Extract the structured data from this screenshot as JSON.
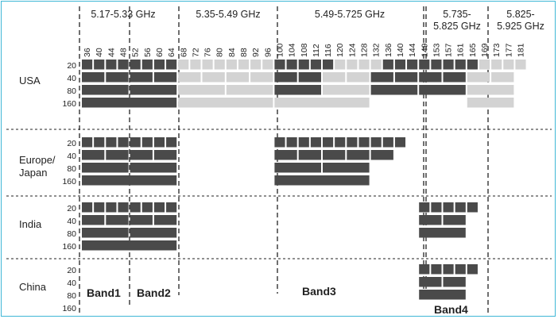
{
  "header": {
    "groups": [
      {
        "lines": [
          "5.17-5.33 GHz"
        ]
      },
      {
        "lines": [
          "5.35-5.49 GHz"
        ]
      },
      {
        "lines": [
          "5.49-5.725 GHz"
        ]
      },
      {
        "lines": [
          "5.735-",
          "5.825 GHz"
        ]
      },
      {
        "lines": [
          "5.825-",
          "5.925 GHz"
        ]
      }
    ],
    "channels": [
      "36",
      "40",
      "44",
      "48",
      "52",
      "56",
      "60",
      "64",
      "68",
      "72",
      "76",
      "80",
      "84",
      "88",
      "92",
      "96",
      "100",
      "104",
      "108",
      "112",
      "116",
      "120",
      "124",
      "128",
      "132",
      "136",
      "140",
      "144",
      "149",
      "153",
      "157",
      "161",
      "165",
      "169",
      "173",
      "177",
      "181"
    ]
  },
  "bandwidths": [
    "20",
    "40",
    "80",
    "160"
  ],
  "regions": [
    {
      "name_lines": [
        "USA"
      ]
    },
    {
      "name_lines": [
        "Europe/",
        "Japan"
      ]
    },
    {
      "name_lines": [
        "India"
      ]
    },
    {
      "name_lines": [
        "China"
      ]
    }
  ],
  "bands": [
    "Band1",
    "Band2",
    "Band3",
    "Band4"
  ],
  "colors": {
    "available": "#4a4a4a",
    "unavailable": "#d3d3d3",
    "divider": "#222222",
    "frame": "#3fb7d6"
  }
}
